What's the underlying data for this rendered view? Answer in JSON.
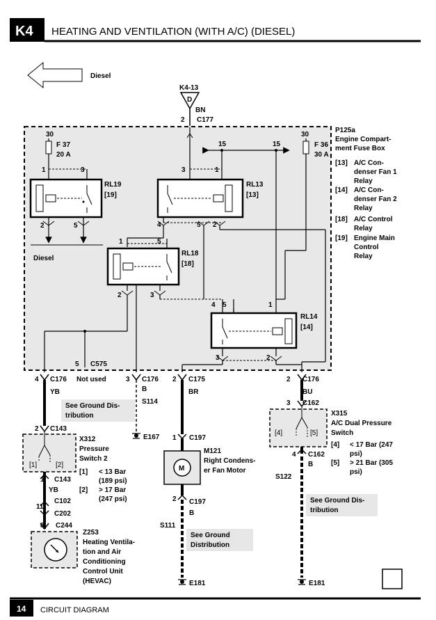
{
  "header": {
    "code": "K4",
    "title": "HEATING AND VENTILATION (WITH A/C) (DIESEL)"
  },
  "footer": {
    "page": "14",
    "label": "CIRCUIT DIAGRAM"
  },
  "arrow_label": "Diesel",
  "source": {
    "ref": "K4-13",
    "pin": "D",
    "wire": "BN",
    "conn_pin": "2",
    "conn": "C177"
  },
  "fusebox": {
    "name": "P125a",
    "desc": [
      "Engine Compart-",
      "ment Fuse Box"
    ],
    "relays": [
      {
        "code": "[13]",
        "lines": [
          "A/C Con-",
          "denser Fan 1",
          "Relay"
        ]
      },
      {
        "code": "[14]",
        "lines": [
          "A/C Con-",
          "denser Fan 2",
          "Relay"
        ]
      },
      {
        "code": "[18]",
        "lines": [
          "A/C Control",
          "Relay"
        ]
      },
      {
        "code": "[19]",
        "lines": [
          "Engine Main",
          "Control",
          "Relay"
        ]
      }
    ],
    "fuse_left": {
      "feed": "30",
      "name": "F 37",
      "rating": "20 A"
    },
    "fuse_right": {
      "feed": "30",
      "name": "F 36",
      "rating": "30 A"
    },
    "feed15a": "15",
    "feed15b": "15",
    "diesel_label": "Diesel",
    "splice": {
      "pin": "5",
      "name": "C575"
    }
  },
  "rl19": {
    "name": "RL19",
    "code": "[19]",
    "p1": "1",
    "p3": "3",
    "p2": "2",
    "p5": "5"
  },
  "rl13": {
    "name": "RL13",
    "code": "[13]",
    "p3": "3",
    "p1": "1",
    "p4": "4",
    "p5": "5",
    "p2": "2"
  },
  "rl18": {
    "name": "RL18",
    "code": "[18]",
    "p1": "1",
    "p5": "5",
    "p2": "2",
    "p3": "3"
  },
  "rl14": {
    "name": "RL14",
    "code": "[14]",
    "p4": "4",
    "p5": "5",
    "p1": "1",
    "p3": "3",
    "p2": "2"
  },
  "outputs": [
    {
      "pin": "4",
      "conn": "C176",
      "note": "Not used"
    },
    {
      "pin": "3",
      "conn": "C176",
      "wire": "B"
    },
    {
      "pin": "2",
      "conn": "C175",
      "wire": "BR"
    },
    {
      "pin": "2",
      "conn": "C176",
      "wire": "BU"
    }
  ],
  "col1": {
    "wire": "YB",
    "ground_note": [
      "See Ground Dis-",
      "tribution"
    ],
    "c143a": {
      "pin": "2",
      "conn": "C143"
    },
    "x312": {
      "name": "X312",
      "desc": [
        "Pressure",
        "Switch 2"
      ],
      "t1": "[1]",
      "t2": "[2]"
    },
    "specs": [
      {
        "code": "[1]",
        "lines": [
          "< 13 Bar",
          "(189 psi)"
        ]
      },
      {
        "code": "[2]",
        "lines": [
          "> 17 Bar",
          "(247 psi)"
        ]
      }
    ],
    "c143b": {
      "pin": "1",
      "conn": "C143"
    },
    "wire2": "YB",
    "c102": {
      "pin": "11",
      "conn": "C102"
    },
    "c202": "C202",
    "c244": {
      "pin": "8",
      "conn": "C244"
    },
    "z253": {
      "name": "Z253",
      "desc": [
        "Heating Ventila-",
        "tion and Air",
        "Conditioning",
        "Control Unit",
        "(HEVAC)"
      ]
    }
  },
  "col2": {
    "splice": "S114",
    "ground": "E167"
  },
  "col3": {
    "c197a": {
      "pin": "1",
      "conn": "C197"
    },
    "m121": {
      "name": "M121",
      "desc": [
        "Right Condens-",
        "er Fan Motor"
      ],
      "symbol": "M"
    },
    "c197b": {
      "pin": "2",
      "conn": "C197"
    },
    "wire2": "B",
    "splice": "S111",
    "ground_note": [
      "See Ground",
      "Distribution"
    ],
    "ground": "E181"
  },
  "col4": {
    "c162a": {
      "pin": "3",
      "conn": "C162"
    },
    "x315": {
      "name": "X315",
      "desc": [
        "A/C Dual Pressure",
        "Switch"
      ],
      "t4": "[4]",
      "t5": "[5]"
    },
    "specs": [
      {
        "code": "[4]",
        "lines": [
          "< 17 Bar (247",
          "psi)"
        ]
      },
      {
        "code": "[5]",
        "lines": [
          "> 21 Bar (305",
          "psi)"
        ]
      }
    ],
    "c162b": {
      "pin": "4",
      "conn": "C162"
    },
    "wire2": "B",
    "splice": "S122",
    "ground_note": [
      "See Ground Dis-",
      "tribution"
    ],
    "ground": "E181"
  },
  "colors": {
    "ink": "#000000",
    "note_bg": "#e6e6e6",
    "dash": "#000000"
  }
}
